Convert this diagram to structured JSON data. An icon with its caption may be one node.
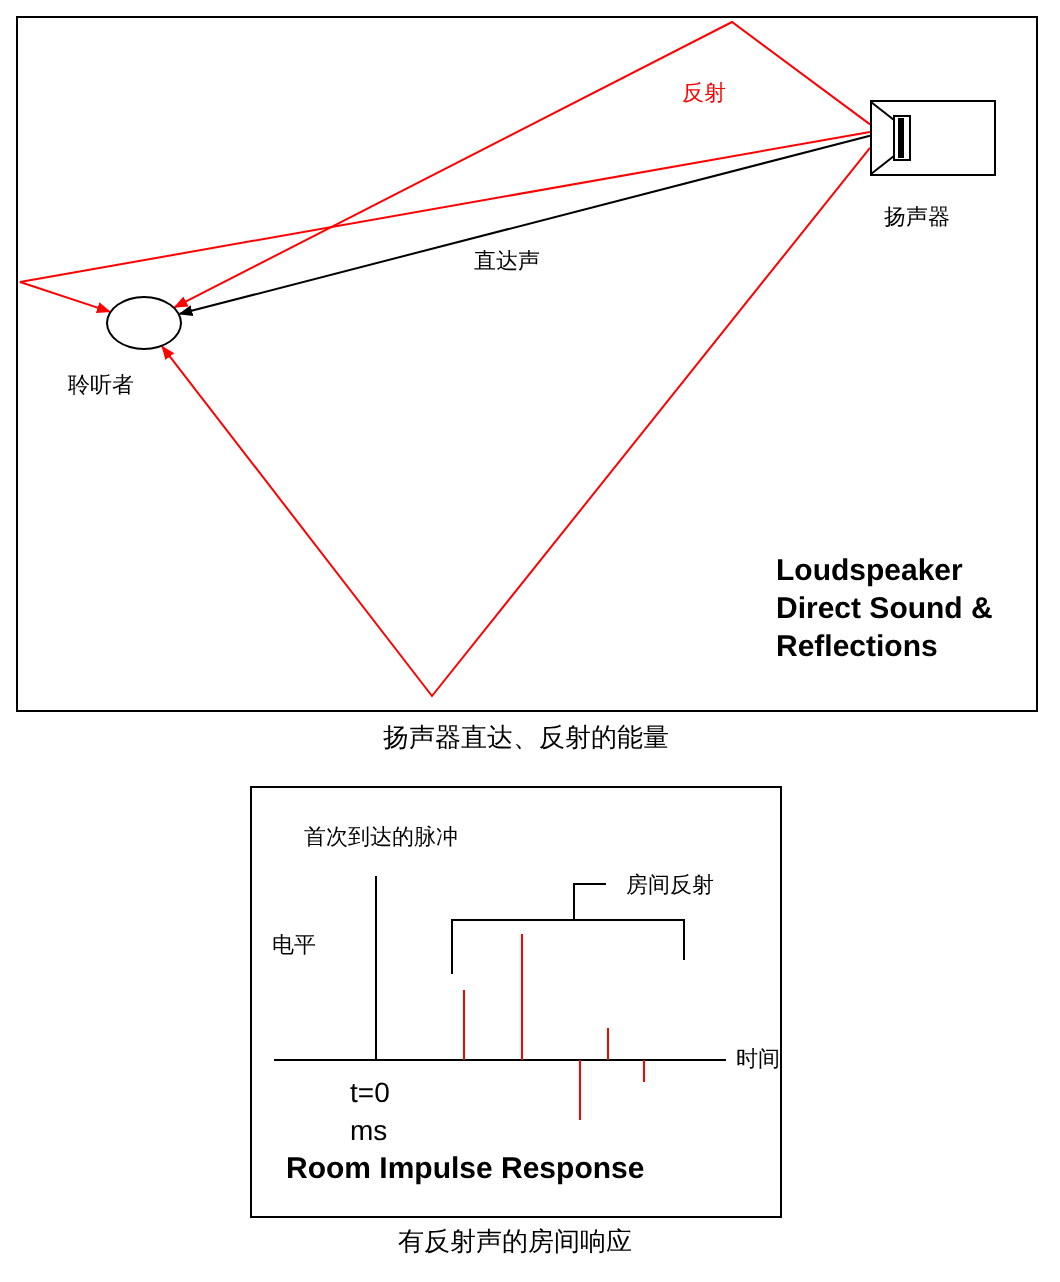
{
  "diagram": {
    "nodes": [
      {
        "text": [],
        "shape": "circle",
        "beside": [
          "聆听者"
        ]
      },
      {
        "text": [],
        "shape": "picture",
        "beside": [
          "扬声器"
        ]
      }
    ],
    "edges": [
      {
        "from": 1,
        "to": 0,
        "arrow": "to",
        "label": "直达声",
        "color": "#000000"
      },
      {
        "from": 1,
        "to": 0,
        "arrow": "to",
        "label": "反射"
      },
      {
        "from": 1,
        "to": 0,
        "arrow": "to"
      },
      {
        "from": 1,
        "to": 0,
        "arrow": "to"
      }
    ],
    "labels": [
      "Loudspeaker Direct Sound & Reflections",
      "扬声器直达、反射的能量",
      "首次到达的脉冲",
      "房间反射",
      "电平",
      "时间",
      "t=0 ms",
      "Room Impulse Response",
      "有反射声的房间响应"
    ]
  }
}
